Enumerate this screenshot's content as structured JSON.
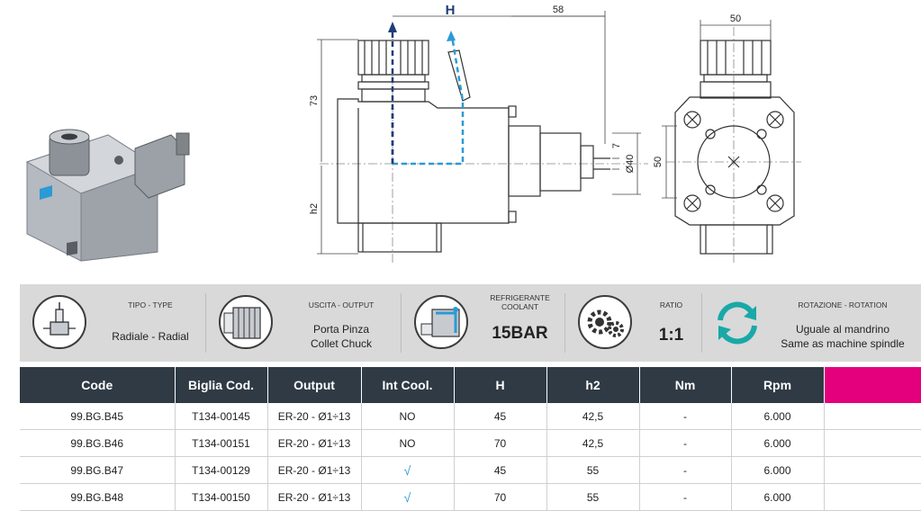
{
  "drawing": {
    "dim_h": "H",
    "dim_58": "58",
    "dim_73": "73",
    "dim_h2": "h2",
    "dim_7": "7",
    "dim_40": "Ø40",
    "dim_50_top": "50",
    "dim_50_side": "50"
  },
  "specs": [
    {
      "label": "TIPO - TYPE",
      "value": "Radiale - Radial"
    },
    {
      "label": "USCITA - OUTPUT",
      "value_line1": "Porta Pinza",
      "value_line2": "Collet Chuck"
    },
    {
      "label_line1": "REFRIGERANTE",
      "label_line2": "COOLANT",
      "value": "15BAR"
    },
    {
      "label": "RATIO",
      "value": "1:1"
    },
    {
      "label": "ROTAZIONE - ROTATION",
      "value_line1": "Uguale al mandrino",
      "value_line2": "Same as machine spindle"
    }
  ],
  "table": {
    "headers": [
      "Code",
      "Biglia Cod.",
      "Output",
      "Int Cool.",
      "H",
      "h2",
      "Nm",
      "Rpm",
      ""
    ],
    "rows": [
      [
        "99.BG.B45",
        "T134-00145",
        "ER-20 - Ø1÷13",
        "NO",
        "45",
        "42,5",
        "-",
        "6.000",
        ""
      ],
      [
        "99.BG.B46",
        "T134-00151",
        "ER-20 - Ø1÷13",
        "NO",
        "70",
        "42,5",
        "-",
        "6.000",
        ""
      ],
      [
        "99.BG.B47",
        "T134-00129",
        "ER-20 - Ø1÷13",
        "√",
        "45",
        "55",
        "-",
        "6.000",
        ""
      ],
      [
        "99.BG.B48",
        "T134-00150",
        "ER-20 - Ø1÷13",
        "√",
        "70",
        "55",
        "-",
        "6.000",
        ""
      ]
    ]
  },
  "colors": {
    "header_bg": "#2f3a45",
    "accent": "#e4007c",
    "coolant_blue": "#2b9ad6",
    "band_bg": "#d9d9d9"
  }
}
